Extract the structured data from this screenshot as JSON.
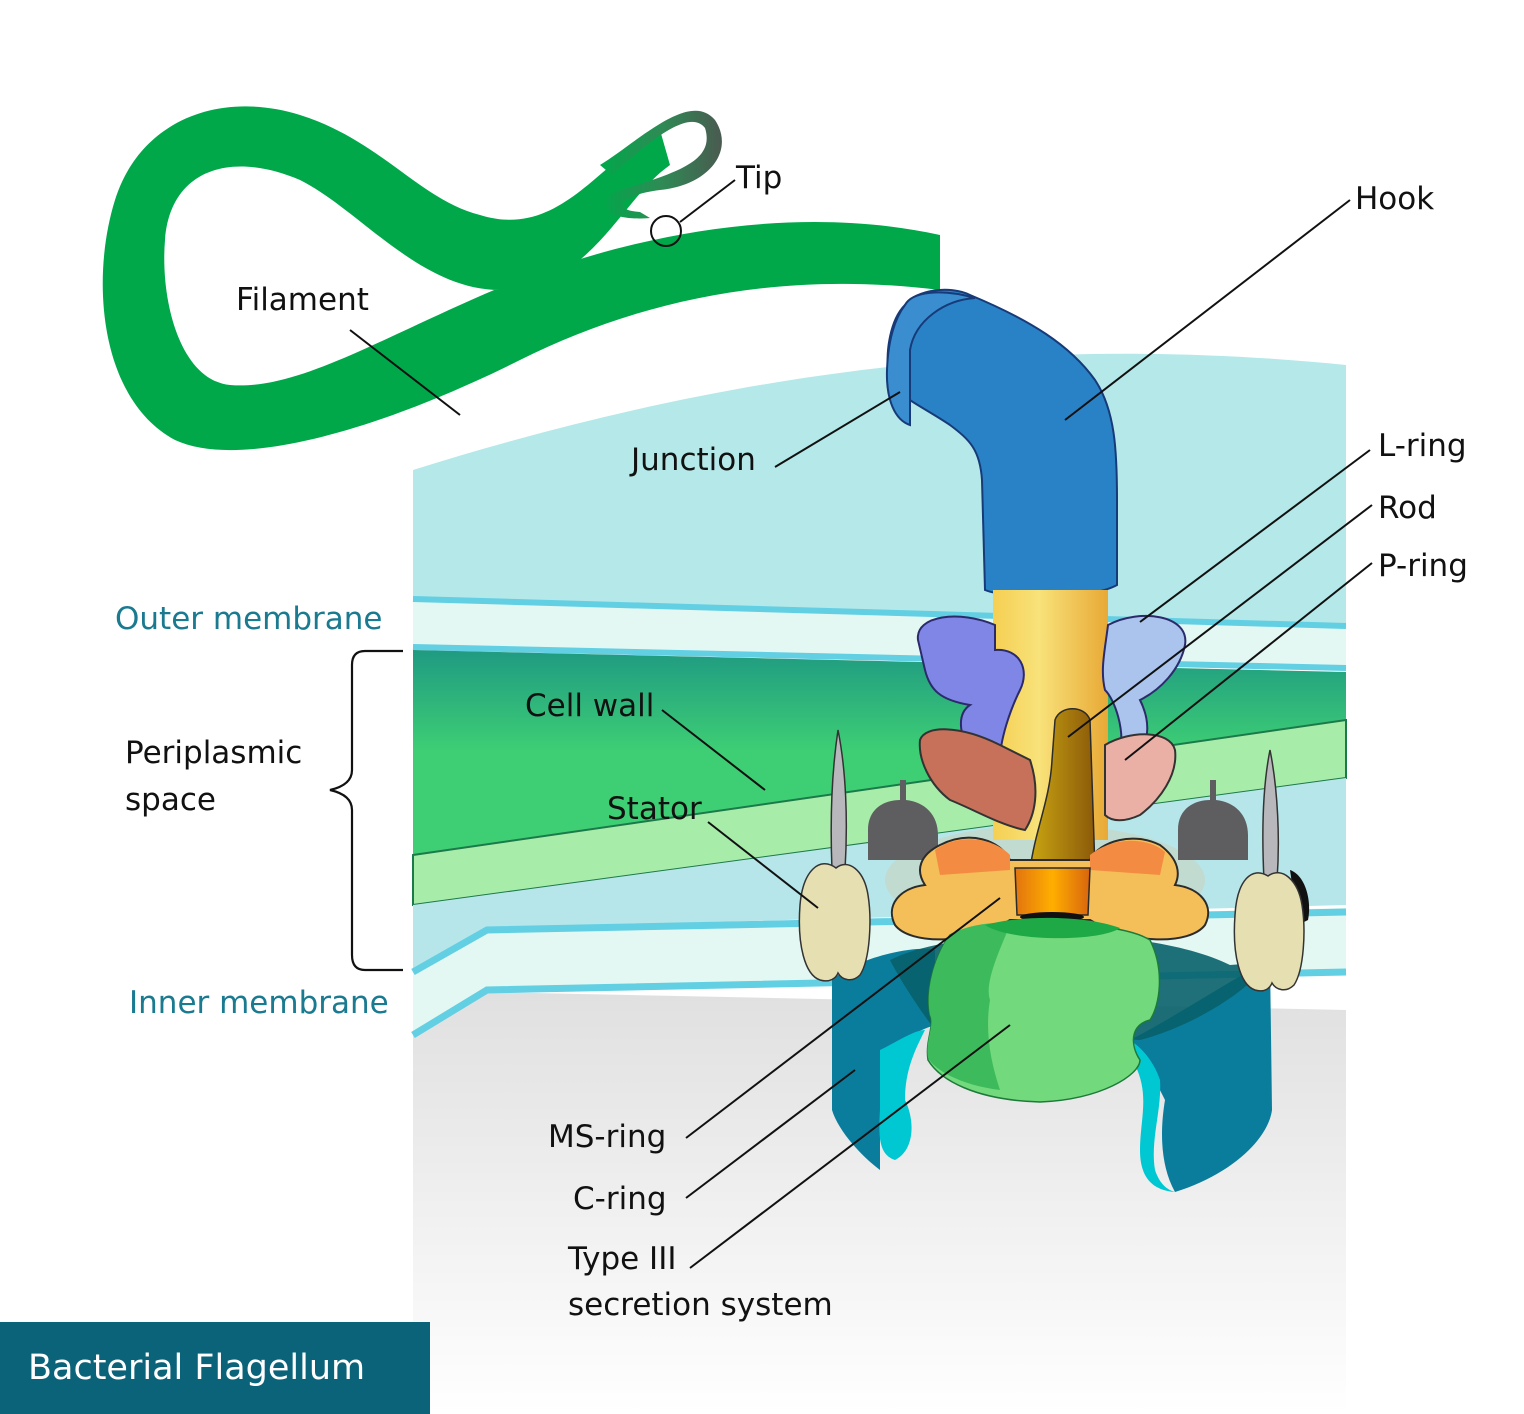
{
  "title": "Bacterial Flagellum",
  "colors": {
    "filament": "#00a84a",
    "hook": "#2a82c6",
    "title_bar": "#0b637a",
    "membrane_label": "#1a7a90",
    "outer_membrane_line": "#62cfe3",
    "cell_wall": "#3ecf74",
    "rod": "#f2c64a",
    "l_ring": "#7f86e6",
    "p_ring": "#c7705a",
    "ms_ring": "#f4bf58",
    "c_ring": "#0a7d9c",
    "type3": "#72d97c",
    "stator": "#e6dfb2"
  },
  "labels": {
    "tip": "Tip",
    "hook": "Hook",
    "filament": "Filament",
    "junction": "Junction",
    "l_ring": "L-ring",
    "rod": "Rod",
    "p_ring": "P-ring",
    "outer_membrane": "Outer membrane",
    "periplasmic_space_line1": "Periplasmic",
    "periplasmic_space_line2": "space",
    "cell_wall": "Cell wall",
    "stator": "Stator",
    "inner_membrane": "Inner membrane",
    "ms_ring": "MS-ring",
    "c_ring": "C-ring",
    "type3_line1": "Type III",
    "type3_line2": "secretion system"
  }
}
